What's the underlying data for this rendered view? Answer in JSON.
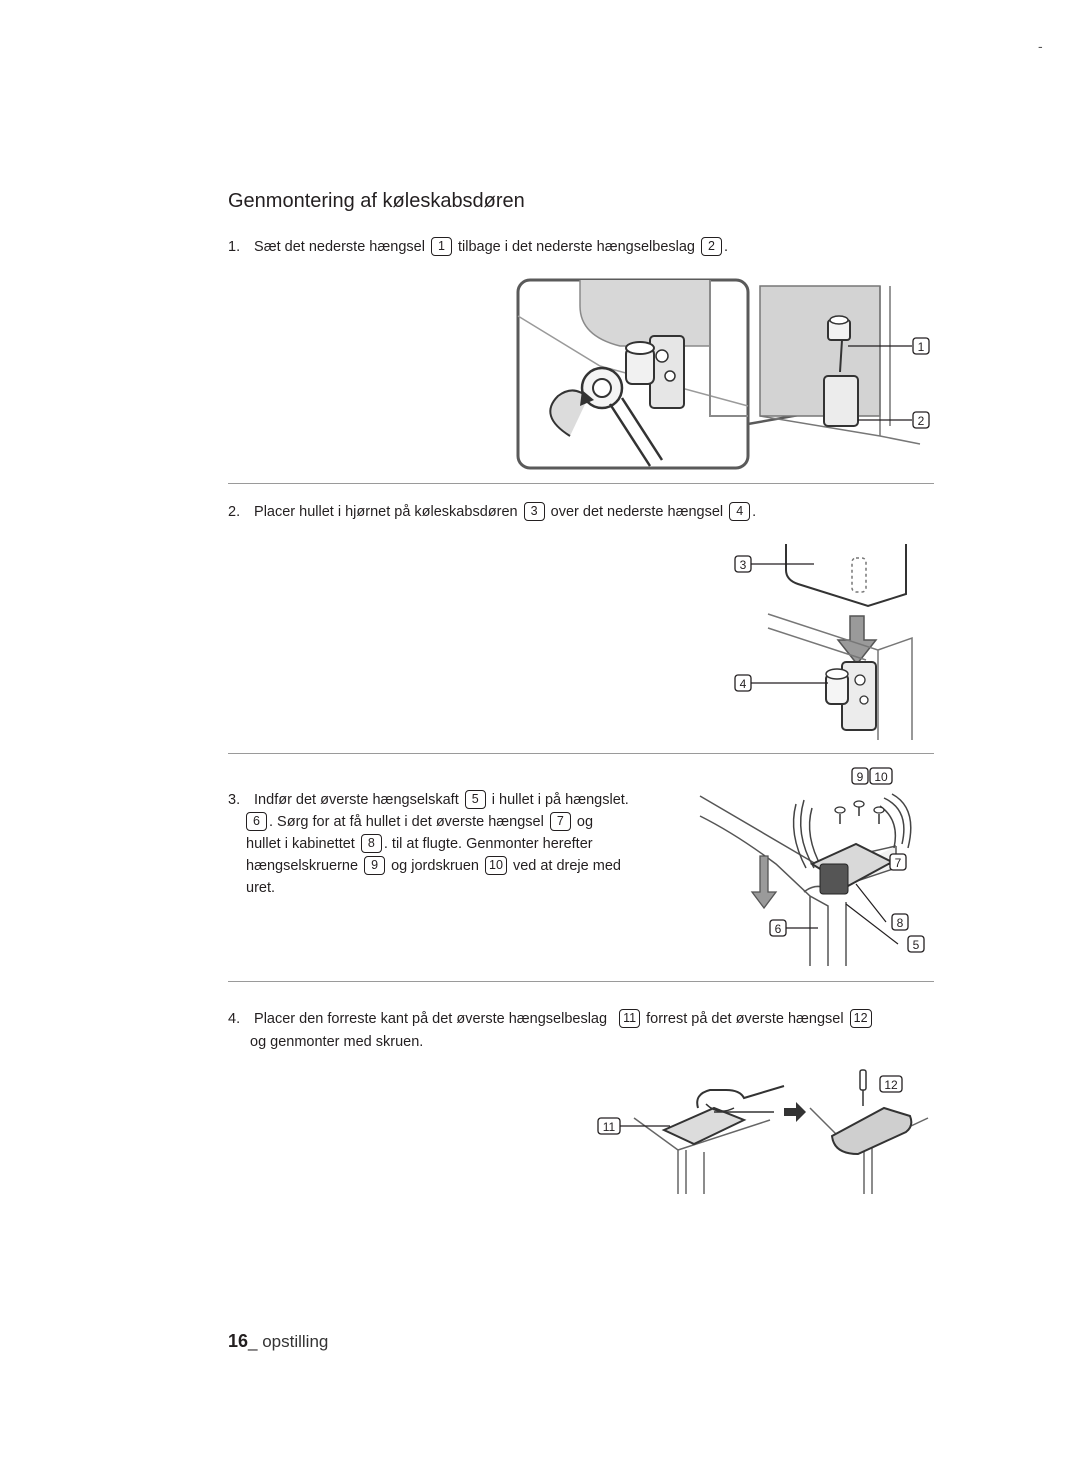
{
  "page": {
    "corner_mark": "-",
    "title": "Genmontering af køleskabsdøren",
    "footer": {
      "page_number": "16",
      "separator": "_ ",
      "section": "opstilling"
    }
  },
  "steps": [
    {
      "number": "1.",
      "text_a": "Sæt det nederste hængsel",
      "badge_a": "1",
      "text_b": "tilbage i det nederste hængselbeslag",
      "badge_b": "2",
      "text_c": "."
    },
    {
      "number": "2.",
      "text_a": "Placer hullet i hjørnet på køleskabsdøren",
      "badge_a": "3",
      "text_b": "over det nederste hængsel",
      "badge_b": "4",
      "text_c": "."
    },
    {
      "number": "3.",
      "line1_a": "Indfør det øverste hængselskaft",
      "badge_5": "5",
      "line1_b": "i hullet i på hængslet.",
      "badge_6": "6",
      "line2_a": ". Sørg for at få hullet i det øverste hængsel",
      "badge_7": "7",
      "line2_b": "og",
      "line3_a": "hullet i kabinettet",
      "badge_8": "8",
      "line3_b": ". til at flugte. Genmonter herefter",
      "line4_a": "hængselskruerne",
      "badge_9": "9",
      "line4_b": "og jordskruen",
      "badge_10": "10",
      "line4_c": "ved at dreje med",
      "line5": "uret."
    },
    {
      "number": "4.",
      "text_a": "Placer den forreste kant på det øverste hængselbeslag",
      "badge_a": "11",
      "text_b": "forrest på det øverste hængsel",
      "badge_b": "12",
      "line2": "og genmonter med skruen."
    }
  ],
  "figures": {
    "fig1": {
      "callouts": [
        "1",
        "2"
      ]
    },
    "fig2": {
      "callouts": [
        "3",
        "4"
      ]
    },
    "fig3": {
      "callouts": [
        "9",
        "10",
        "7",
        "8",
        "6",
        "5"
      ]
    },
    "fig4": {
      "callouts": [
        "12",
        "11"
      ]
    }
  }
}
